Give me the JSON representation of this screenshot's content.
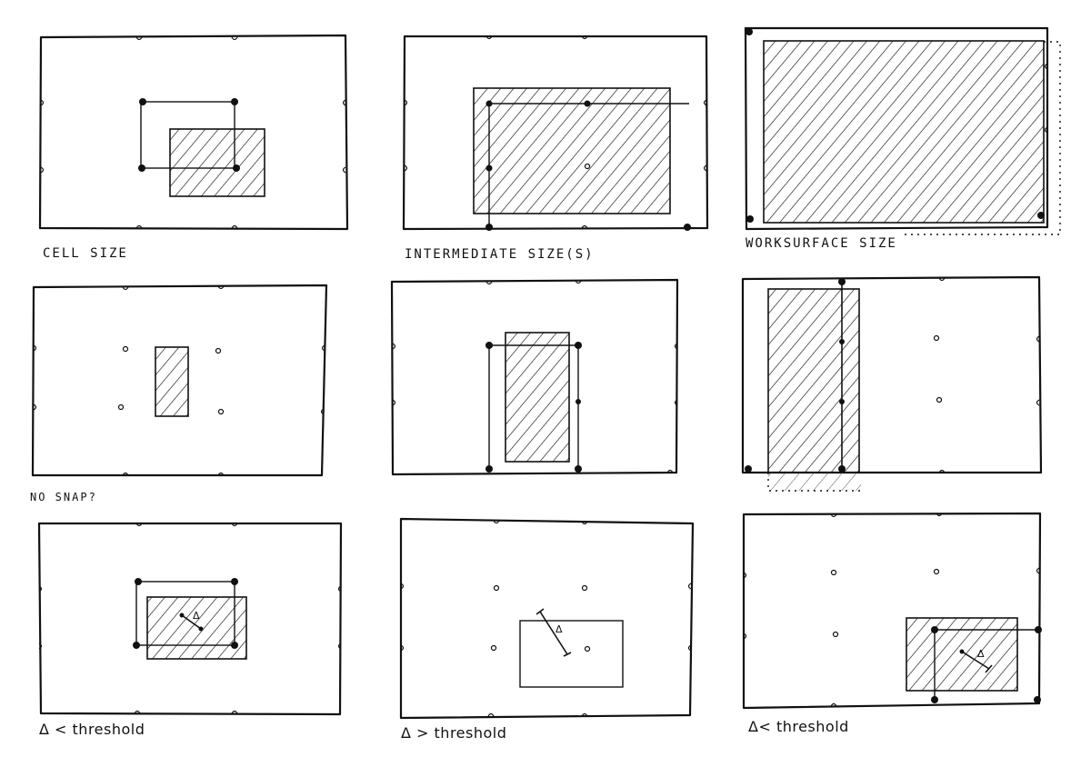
{
  "captions": {
    "cell_size": "CELL SIZE",
    "intermediate_size": "INTERMEDIATE SIZE(S)",
    "worksurface_size": "WORKSURFACE SIZE",
    "no_snap": "NO SNAP?",
    "delta_lt_1": "Δ < threshold",
    "delta_gt": "Δ > threshold",
    "delta_lt_2": "Δ< threshold"
  },
  "delta_symbol": "Δ",
  "colors": {
    "ink": "#111111",
    "paper": "#ffffff"
  }
}
